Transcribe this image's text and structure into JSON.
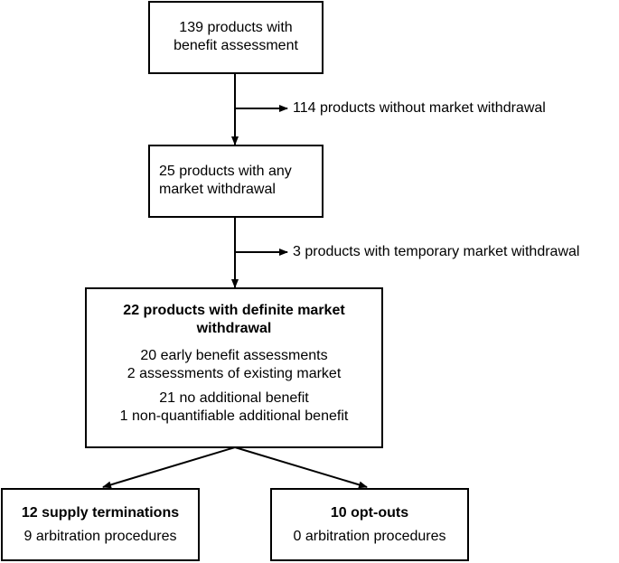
{
  "box_top": {
    "lines": [
      "139 products with",
      "benefit assessment"
    ]
  },
  "side_1": "114 products without market withdrawal",
  "box_any": {
    "lines": [
      "25 products with any",
      "market withdrawal"
    ]
  },
  "side_2": "3 products with temporary market withdrawal",
  "box_definite": {
    "title_lines": [
      "22 products with definite market",
      "withdrawal"
    ],
    "group1": [
      "20 early benefit assessments",
      "2 assessments of existing market"
    ],
    "group2": [
      "21 no additional benefit",
      "1 non-quantifiable additional benefit"
    ]
  },
  "box_supply": {
    "title": "12 supply terminations",
    "detail": "9 arbitration procedures"
  },
  "box_optout": {
    "title": "10 opt-outs",
    "detail": "0 arbitration procedures"
  }
}
